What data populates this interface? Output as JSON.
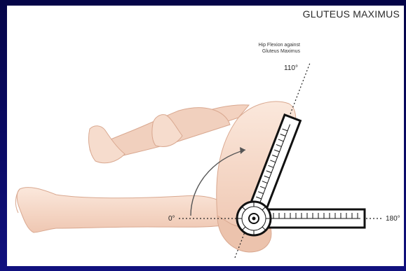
{
  "slide": {
    "title": "GLUTEUS MAXIMUS"
  },
  "diagram": {
    "caption_line1": "Hip Flexion against",
    "caption_line2": "Gluteus Maximus",
    "angle_110": "110°",
    "angle_0": "0°",
    "angle_180": "180°"
  },
  "colors": {
    "background": "#0a0a66",
    "panel": "#ffffff",
    "skin": "#f6d9c9",
    "skin_shadow": "#e9b9a3",
    "goniometer": "#1a1a1a"
  },
  "icons": {
    "goniometer": "goniometer-icon",
    "arrow": "curved-arrow-icon"
  }
}
